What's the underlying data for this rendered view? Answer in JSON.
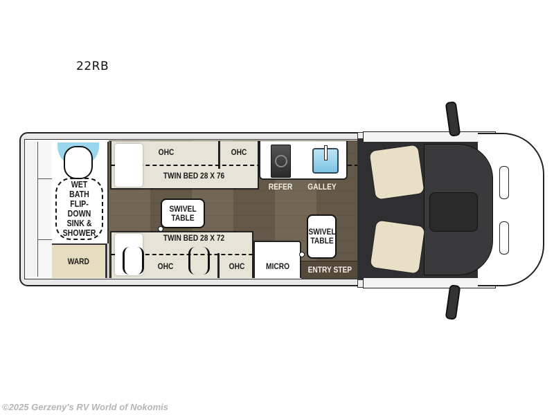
{
  "model": "22RB",
  "floorplan": {
    "rooms": {
      "wet_bath": "WET BATH FLIP-DOWN SINK & SHOWER",
      "wet_bath_lines": [
        "WET BATH",
        "FLIP-DOWN",
        "SINK &",
        "SHOWER"
      ],
      "ward": "WARD",
      "ohc_top_left": "OHC",
      "ohc_top_right": "OHC",
      "twin_bed_top": "TWIN BED 28 X 76",
      "refer": "REFER",
      "galley": "GALLEY",
      "swivel_table_center_lines": [
        "SWIVEL",
        "TABLE"
      ],
      "swivel_table_right_lines": [
        "SWIVEL",
        "TABLE"
      ],
      "twin_bed_bottom": "TWIN BED 28 X 72",
      "ohc_bottom_left": "OHC",
      "ohc_bottom_right": "OHC",
      "micro": "MICRO",
      "entry_step": "ENTRY STEP"
    },
    "icons": [
      "toilet-icon",
      "refrigerator-icon",
      "sink-icon",
      "reading-light-icon",
      "driver-seat-icon",
      "passenger-seat-icon",
      "side-mirror-icon"
    ],
    "colors": {
      "floor": "#6a5e4c",
      "cabinet_tan": "#e7e3d7",
      "ward": "#e6dcc0",
      "cab": "#2f2f31",
      "seat": "#e9dfc7",
      "water_blue": "#8fd0ec"
    }
  },
  "footer": {
    "copyright": "©2025 Gerzeny's RV World of Nokomis"
  }
}
